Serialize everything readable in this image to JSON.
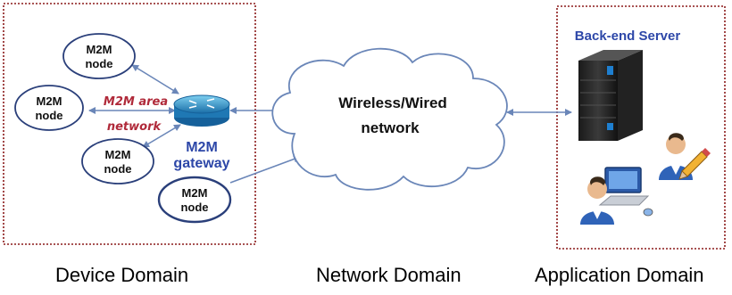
{
  "device_domain": {
    "label": "Device Domain",
    "nodes": [
      {
        "line1": "M2M",
        "line2": "node"
      },
      {
        "line1": "M2M",
        "line2": "node"
      },
      {
        "line1": "M2M",
        "line2": "node"
      },
      {
        "line1": "M2M",
        "line2": "node"
      }
    ],
    "area_network": {
      "line1": "M2M area",
      "line2": "network"
    },
    "gateway": {
      "line1": "M2M",
      "line2": "gateway"
    }
  },
  "network_domain": {
    "label": "Network Domain",
    "cloud": {
      "line1": "Wireless/Wired",
      "line2": "network"
    }
  },
  "application_domain": {
    "label": "Application Domain",
    "server_title": "Back-end Server"
  },
  "colors": {
    "border": "#8b1a1a",
    "arrow": "#6a86b8",
    "node_border": "#2a3f7a",
    "gateway_text": "#2d47a8",
    "area_text": "#b02a3a"
  }
}
